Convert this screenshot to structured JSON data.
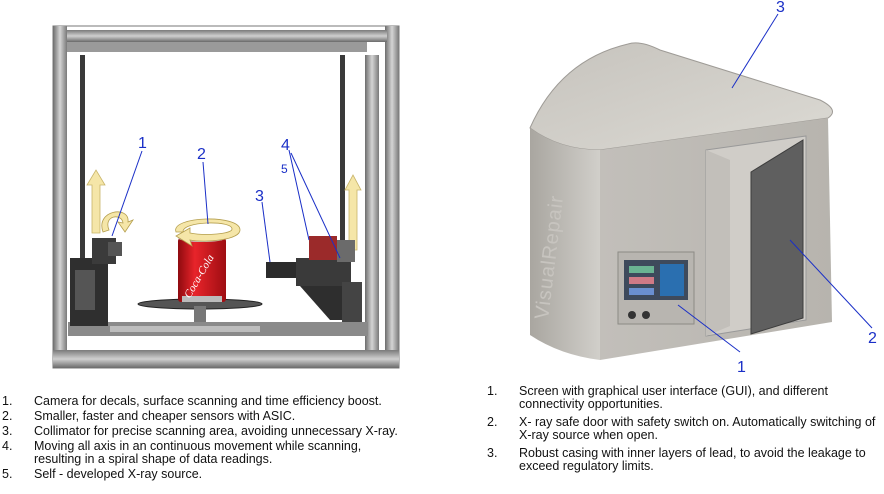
{
  "scanner": {
    "callouts": [
      "1",
      "2",
      "3",
      "4",
      "5"
    ],
    "can_text": "Coca-Cola",
    "items": [
      {
        "num": "1.",
        "text": "Camera for decals, surface scanning  and time efficiency boost."
      },
      {
        "num": "2.",
        "text": "Smaller, faster and cheaper sensors  with ASIC."
      },
      {
        "num": "3.",
        "text": "Collimator for precise scanning area,  avoiding unnecessary X-ray."
      },
      {
        "num": "4.",
        "text": "Moving all axis in an continuous movement while scanning, resulting  in a spiral shape of data readings."
      },
      {
        "num": "5.",
        "text": "Self - developed X-ray source."
      }
    ]
  },
  "cabinet": {
    "brand": "VisualRepair",
    "callouts": [
      "3",
      "2",
      "1"
    ],
    "items": [
      {
        "num": "1.",
        "text": "Screen with graphical user interface  (GUI), and different connectivity  opportunities."
      },
      {
        "num": "2.",
        "text": "X- ray safe door with safety switch on.  Automatically switching of X-ray  source when open."
      },
      {
        "num": "3.",
        "text": "Robust casing with inner layers of lead, to avoid the leakage to exceed  regulatory limits."
      }
    ]
  },
  "colors": {
    "callout": "#1a2fc7",
    "arrow": "#f5e6a8",
    "can_red": "#d8141c"
  }
}
